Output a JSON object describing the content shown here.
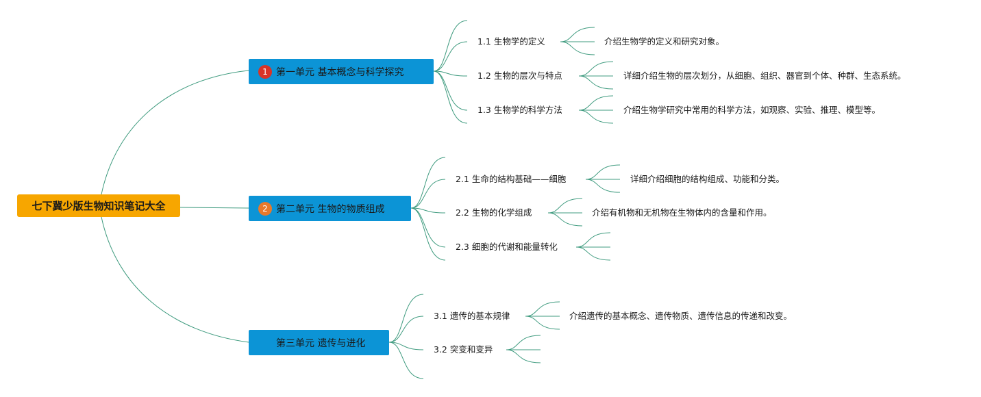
{
  "root": {
    "title": "七下冀少版生物知识笔记大全"
  },
  "colors": {
    "root_bg": "#f7a600",
    "unit_bg": "#0c94d6",
    "line": "#3f9b7f"
  },
  "units": [
    {
      "title": "第一单元 基本概念与科学探究",
      "badge": {
        "text": "1",
        "color": "#d93327"
      },
      "topics": [
        {
          "label": "1.1 生物学的定义",
          "desc": "介绍生物学的定义和研究对象。"
        },
        {
          "label": "1.2 生物的层次与特点",
          "desc": "详细介绍生物的层次划分，从细胞、组织、器官到个体、种群、生态系统。"
        },
        {
          "label": "1.3 生物学的科学方法",
          "desc": "介绍生物学研究中常用的科学方法，如观察、实验、推理、模型等。"
        }
      ]
    },
    {
      "title": "第二单元 生物的物质组成",
      "badge": {
        "text": "2",
        "color": "#e8792b"
      },
      "topics": [
        {
          "label": "2.1 生命的结构基础——细胞",
          "desc": "详细介绍细胞的结构组成、功能和分类。"
        },
        {
          "label": "2.2 生物的化学组成",
          "desc": "介绍有机物和无机物在生物体内的含量和作用。"
        },
        {
          "label": "2.3 细胞的代谢和能量转化",
          "desc": ""
        }
      ]
    },
    {
      "title": "第三单元 遗传与进化",
      "badge": {
        "text": "",
        "color": ""
      },
      "topics": [
        {
          "label": "3.1 遗传的基本规律",
          "desc": "介绍遗传的基本概念、遗传物质、遗传信息的传递和改变。"
        },
        {
          "label": "3.2 突变和变异",
          "desc": ""
        }
      ]
    }
  ]
}
